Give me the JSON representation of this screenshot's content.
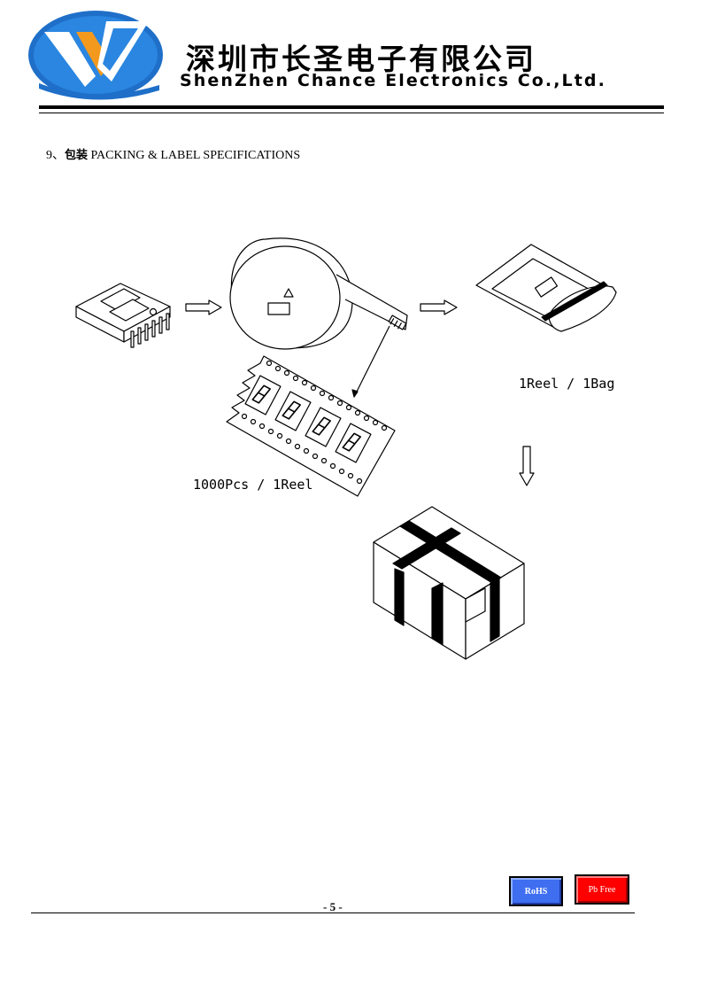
{
  "header": {
    "company_cn": "深圳市长圣电子有限公司",
    "company_en": "ShenZhen Chance Electronics Co.,Ltd."
  },
  "section": {
    "number": "9、",
    "title_cn": "包装",
    "title_en": "PACKING & LABEL SPECIFICATIONS"
  },
  "figure": {
    "caption_reel": "1000Pcs / 1Reel",
    "caption_bag": "1Reel / 1Bag"
  },
  "badges": {
    "rohs": "RoHS",
    "pb_free": "Pb Free",
    "rohs_color": "#3f6ef0",
    "pb_free_color": "#ff0000"
  },
  "footer": {
    "page": "- 5 -"
  }
}
